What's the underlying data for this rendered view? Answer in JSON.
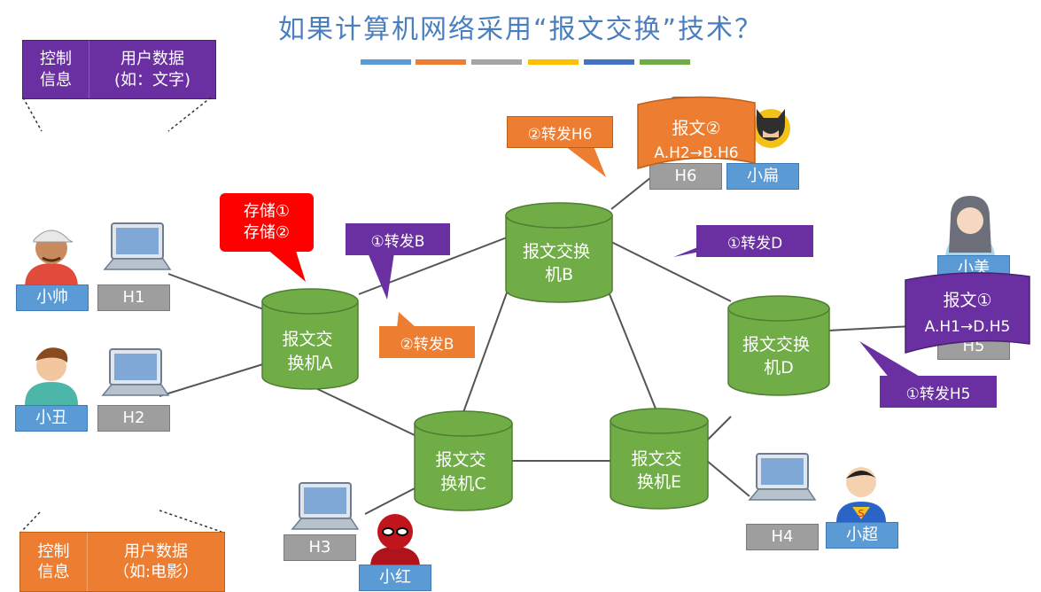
{
  "title": "如果计算机网络采用“报文交换”技术？",
  "color_bars": [
    "#5b9bd5",
    "#ed7d31",
    "#a5a5a5",
    "#ffc000",
    "#4472c4",
    "#70ad47"
  ],
  "header_top": {
    "ctrl": "控制\n信息",
    "data": "用户数据\n(如：文字)"
  },
  "header_bottom": {
    "ctrl": "控制\n信息",
    "data": "用户数据\n（如:电影）"
  },
  "switches": {
    "A": "报文交\n换机A",
    "B": "报文交换\n机B",
    "C": "报文交\n换机C",
    "D": "报文交换\n机D",
    "E": "报文交\n换机E"
  },
  "users": {
    "xiaoshuai": "小帅",
    "xiaochou": "小丑",
    "xiaohong": "小红",
    "xiaochao": "小超",
    "xiaobian": "小扁",
    "xiaomei": "小美"
  },
  "hosts": {
    "h1": "H1",
    "h2": "H2",
    "h3": "H3",
    "h4": "H4",
    "h5": "H5",
    "h6": "H6"
  },
  "callouts": {
    "store": "存储①\n存储②",
    "fwd_b1": "①转发B",
    "fwd_b2": "②转发B",
    "fwd_h6": "②转发H6",
    "fwd_d": "①转发D",
    "fwd_h5": "①转发H5"
  },
  "messages": {
    "msg2_title": "报文②",
    "msg2_route": "A.H2→B.H6",
    "msg1_title": "报文①",
    "msg1_route": "A.H1→D.H5"
  },
  "colors": {
    "title": "#4a7fbf",
    "switch": "#70ad47",
    "purple": "#6a2fa0",
    "orange": "#ed7d31",
    "red": "#ff0000",
    "user": "#5b9bd5",
    "host": "#9e9e9e"
  }
}
